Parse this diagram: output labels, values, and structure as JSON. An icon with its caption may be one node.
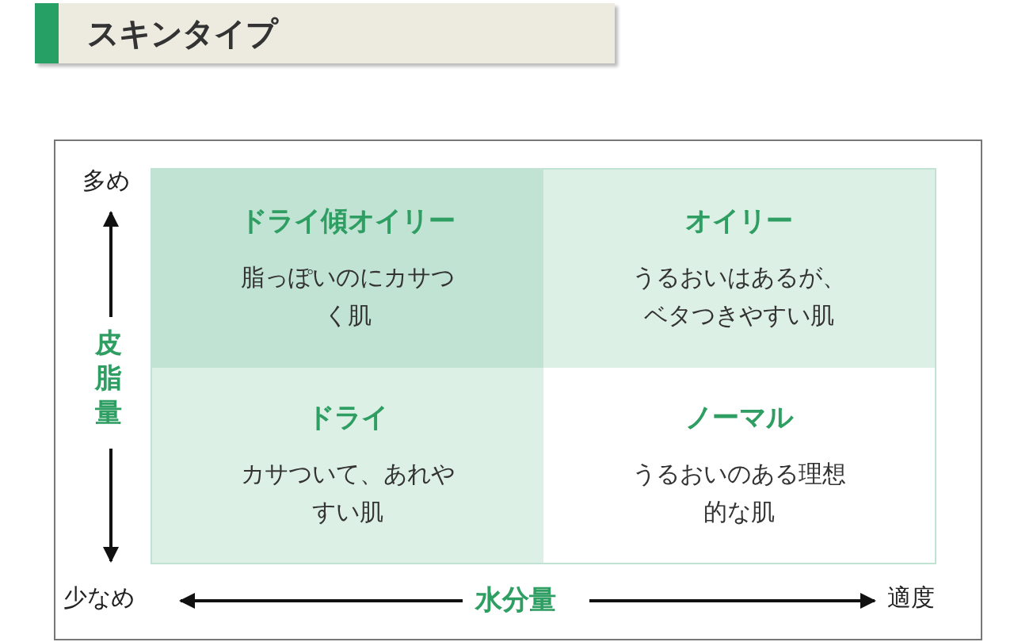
{
  "diagram": {
    "title": "スキンタイプ",
    "nodes": [
      {
        "text": [
          "ドライ傾オイリー",
          "脂っぽいのにカサつく肌"
        ]
      },
      {
        "text": [
          "オイリー",
          "うるおいはあるが、ベタつきやすい肌"
        ]
      },
      {
        "text": [
          "ドライ",
          "カサついて、あれやすい肌"
        ]
      },
      {
        "text": [
          "ノーマル",
          "うるおいのある理想的な肌"
        ]
      }
    ],
    "edges": [],
    "labels": [
      "多め",
      "皮脂量",
      "少なめ",
      "水分量",
      "適度"
    ]
  }
}
